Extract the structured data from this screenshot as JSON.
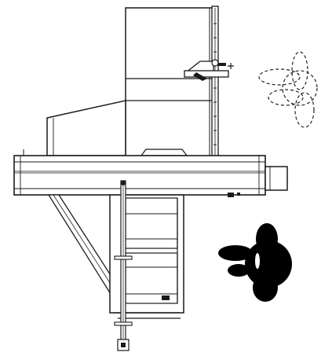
{
  "diagram": {
    "kind": "top-view machine layout",
    "colors": {
      "line": "#1a1a1a",
      "fill": "#ffffff",
      "shadow": "#000000",
      "dashed": "#222222"
    },
    "elements": [
      "upper-cabinet",
      "right-vertical-rail",
      "top-hinge-bracket",
      "front-hood",
      "main-beam",
      "right-end-block",
      "lower-box",
      "vertical-screw-rod",
      "diagonal-support-strut",
      "dashed-operator-position",
      "solid-operator-position"
    ]
  }
}
